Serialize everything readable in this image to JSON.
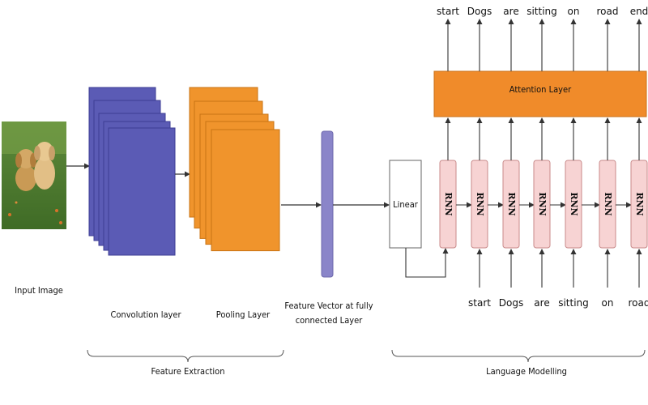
{
  "labels": {
    "input_image": "Input Image",
    "convolution_layer": "Convolution layer",
    "pooling_layer": "Pooling Layer",
    "feature_vector_line1": "Feature Vector at fully",
    "feature_vector_line2": "connected Layer",
    "linear": "Linear",
    "attention_layer": "Attention Layer",
    "feature_extraction": "Feature Extraction",
    "language_modelling": "Language Modelling",
    "rnn": "RNN"
  },
  "output_words": [
    "start",
    "Dogs",
    "are",
    "sitting",
    "on",
    "road",
    "end"
  ],
  "input_words": [
    "start",
    "Dogs",
    "are",
    "sitting",
    "on",
    "road"
  ],
  "colors": {
    "conv": "#5b5bb5",
    "conv_edge": "#3e3e94",
    "pool": "#f0942c",
    "pool_edge": "#c97313",
    "fc": "#8a85c9",
    "attention": "#f08b2a",
    "rnn_fill": "#f7d3d3",
    "rnn_edge": "#c88a8a",
    "line": "#333333"
  },
  "image_icon": "two-puppies-photo"
}
